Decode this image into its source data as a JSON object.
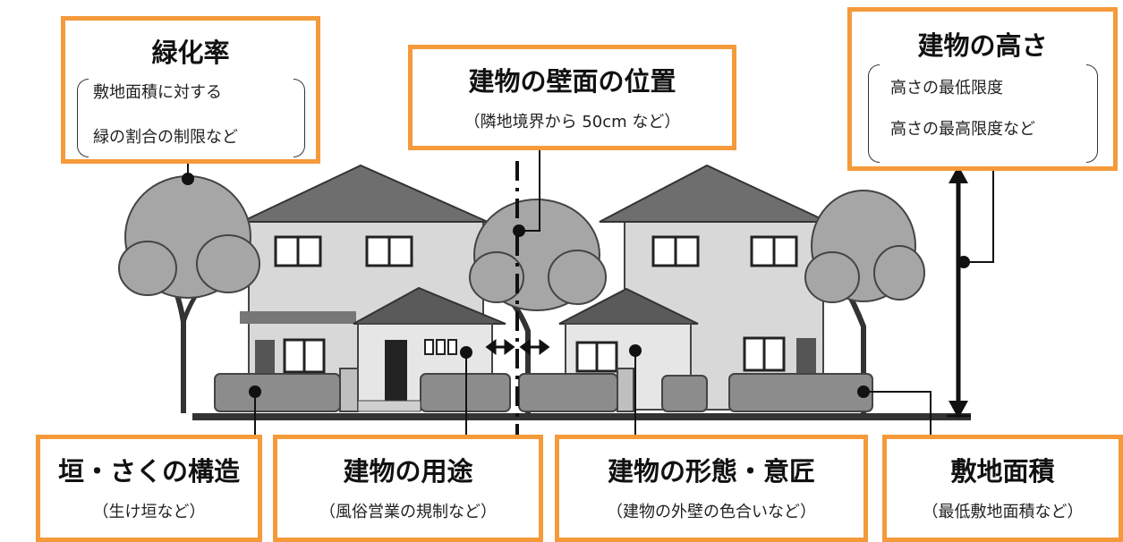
{
  "labels": {
    "greening": {
      "title": "緑化率",
      "detail_1": "敷地面積に対する",
      "detail_2": "緑の割合の制限など"
    },
    "wall_position": {
      "title": "建物の壁面の位置",
      "detail": "（隣地境界から 50cm など）"
    },
    "height": {
      "title": "建物の高さ",
      "detail_1": "高さの最低限度",
      "detail_2": "高さの最高限度など"
    },
    "fence": {
      "title": "垣・さくの構造",
      "detail": "（生け垣など）"
    },
    "use": {
      "title": "建物の用途",
      "detail": "（風俗営業の規制など）"
    },
    "form": {
      "title": "建物の形態・意匠",
      "detail": "（建物の外壁の色合いなど）"
    },
    "lot_area": {
      "title": "敷地面積",
      "detail": "（最低敷地面積など）"
    }
  },
  "colors": {
    "box_border": "#F59A3B",
    "wall": "#D8D8D8",
    "wall_light": "#E6E6E6",
    "roof": "#6E6E6E",
    "roof_dark": "#5A5A5A",
    "tree": "#A6A6A6",
    "hedge": "#8C8C8C",
    "line": "#111111"
  }
}
